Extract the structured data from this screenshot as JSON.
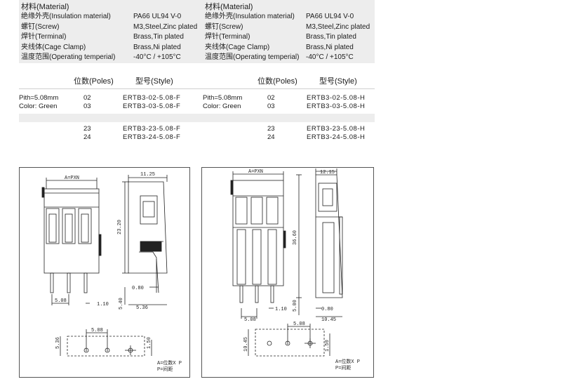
{
  "left": {
    "materials": {
      "title": "材料(Material)",
      "rows": [
        {
          "label": "绝缘外壳(Insulation material)",
          "value": "PA66 UL94 V-0"
        },
        {
          "label": "螺钉(Screw)",
          "value": "M3,Steel,Zinc plated"
        },
        {
          "label": "焊针(Terminal)",
          "value": "Brass,Tin plated"
        },
        {
          "label": "夹线体(Cage Clamp)",
          "value": "Brass,Ni plated"
        },
        {
          "label": "温度范围(Operating temperial)",
          "value": "-40°C / +105°C"
        }
      ]
    },
    "poles_table": {
      "header_poles": "位数(Poles)",
      "header_style": "型号(Style)",
      "pitch": "Pith=5.08mm",
      "color": "Color: Green",
      "rows_top": [
        {
          "poles": "02",
          "style": "ERTB3-02-5.08-F"
        },
        {
          "poles": "03",
          "style": "ERTB3-03-5.08-F"
        }
      ],
      "rows_bottom": [
        {
          "poles": "23",
          "style": "ERTB3-23-5.08-F"
        },
        {
          "poles": "24",
          "style": "ERTB3-24-5.08-F"
        }
      ]
    },
    "drawing": {
      "dim_pxn": "A=PXN",
      "dim_width": "11.25",
      "dim_height": "23.20",
      "dim_pin": "0.80",
      "dim_pitch": "5.08",
      "dim_pin_offset": "1.10",
      "dim_tail": "5.40",
      "dim_depth": "5.36",
      "pcb_pitch": "5.08",
      "pcb_left": "5.36",
      "pcb_right": "1.50",
      "note1": "A=位数X P",
      "note2": "P=间距"
    }
  },
  "right": {
    "materials": {
      "title": "材料(Material)",
      "rows": [
        {
          "label": "绝缘外壳(Insulation material)",
          "value": "PA66 UL94 V-0"
        },
        {
          "label": "螺钉(Screw)",
          "value": "M3,Steel,Zinc plated"
        },
        {
          "label": "焊针(Terminal)",
          "value": "Brass,Tin plated"
        },
        {
          "label": "夹线体(Cage Clamp)",
          "value": "Brass,Ni plated"
        },
        {
          "label": "温度范围(Operating temperial)",
          "value": "-40°C / +105°C"
        }
      ]
    },
    "poles_table": {
      "header_poles": "位数(Poles)",
      "header_style": "型号(Style)",
      "pitch": "Pith=5.08mm",
      "color": "Color: Green",
      "rows_top": [
        {
          "poles": "02",
          "style": "ERTB3-02-5.08-H"
        },
        {
          "poles": "03",
          "style": "ERTB3-03-5.08-H"
        }
      ],
      "rows_bottom": [
        {
          "poles": "23",
          "style": "ERTB3-23-5.08-H"
        },
        {
          "poles": "24",
          "style": "ERTB3-24-5.08-H"
        }
      ]
    },
    "drawing": {
      "dim_pxn": "A=PXN",
      "dim_width": "12.15",
      "dim_height": "36.60",
      "dim_pin_offset": "1.10",
      "dim_pin": "0.80",
      "dim_tail": "5.00",
      "dim_pitch": "5.08",
      "dim_depth": "10.45",
      "pcb_pitch": "5.08",
      "pcb_left": "10.45",
      "pcb_right": "1.50",
      "note1": "A=位数X P",
      "note2": "P=间距"
    }
  }
}
